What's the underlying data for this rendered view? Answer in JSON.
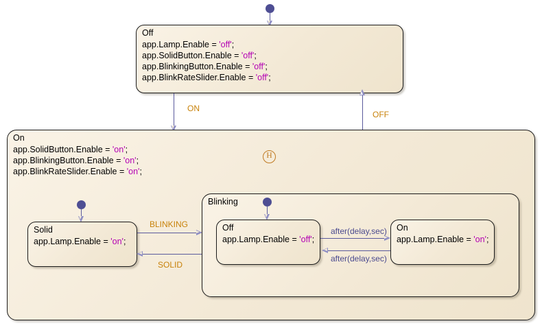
{
  "diagram": {
    "type": "stateflow-chart",
    "background": "#ffffff",
    "state_fill": "#f3e9d6",
    "state_stroke": "#1a1a1a",
    "transition_color": "#5a5a9c",
    "event_label_color": "#c8820a",
    "temporal_label_color": "#4a4a8f",
    "string_literal_color": "#b400b4",
    "history_color": "#c07a22",
    "default_dot_color": "#4e4e93"
  },
  "states": {
    "off_top": {
      "name": "Off",
      "actions": [
        {
          "lhs": "app.Lamp.Enable = ",
          "value": "'off'",
          "end": ";"
        },
        {
          "lhs": "app.SolidButton.Enable = ",
          "value": "'off'",
          "end": ";"
        },
        {
          "lhs": "app.BlinkingButton.Enable = ",
          "value": "'off'",
          "end": ";"
        },
        {
          "lhs": "app.BlinkRateSlider.Enable = ",
          "value": "'off'",
          "end": ";"
        }
      ]
    },
    "on_super": {
      "name": "On",
      "actions": [
        {
          "lhs": "app.SolidButton.Enable = ",
          "value": "'on'",
          "end": ";"
        },
        {
          "lhs": "app.BlinkingButton.Enable = ",
          "value": "'on'",
          "end": ";"
        },
        {
          "lhs": "app.BlinkRateSlider.Enable = ",
          "value": "'on'",
          "end": ";"
        }
      ],
      "history_marker": "H"
    },
    "solid": {
      "name": "Solid",
      "actions": [
        {
          "lhs": "app.Lamp.Enable = ",
          "value": "'on'",
          "end": ";"
        }
      ]
    },
    "blinking_super": {
      "name": "Blinking",
      "actions": []
    },
    "blink_off": {
      "name": "Off",
      "actions": [
        {
          "lhs": "app.Lamp.Enable = ",
          "value": "'off'",
          "end": ";"
        }
      ]
    },
    "blink_on": {
      "name": "On",
      "actions": [
        {
          "lhs": "app.Lamp.Enable = ",
          "value": "'on'",
          "end": ";"
        }
      ]
    }
  },
  "transitions": {
    "on_event": "ON",
    "off_event": "OFF",
    "blinking_event": "BLINKING",
    "solid_event": "SOLID",
    "after_off_to_on": "after(delay,sec)",
    "after_on_to_off": "after(delay,sec)"
  }
}
